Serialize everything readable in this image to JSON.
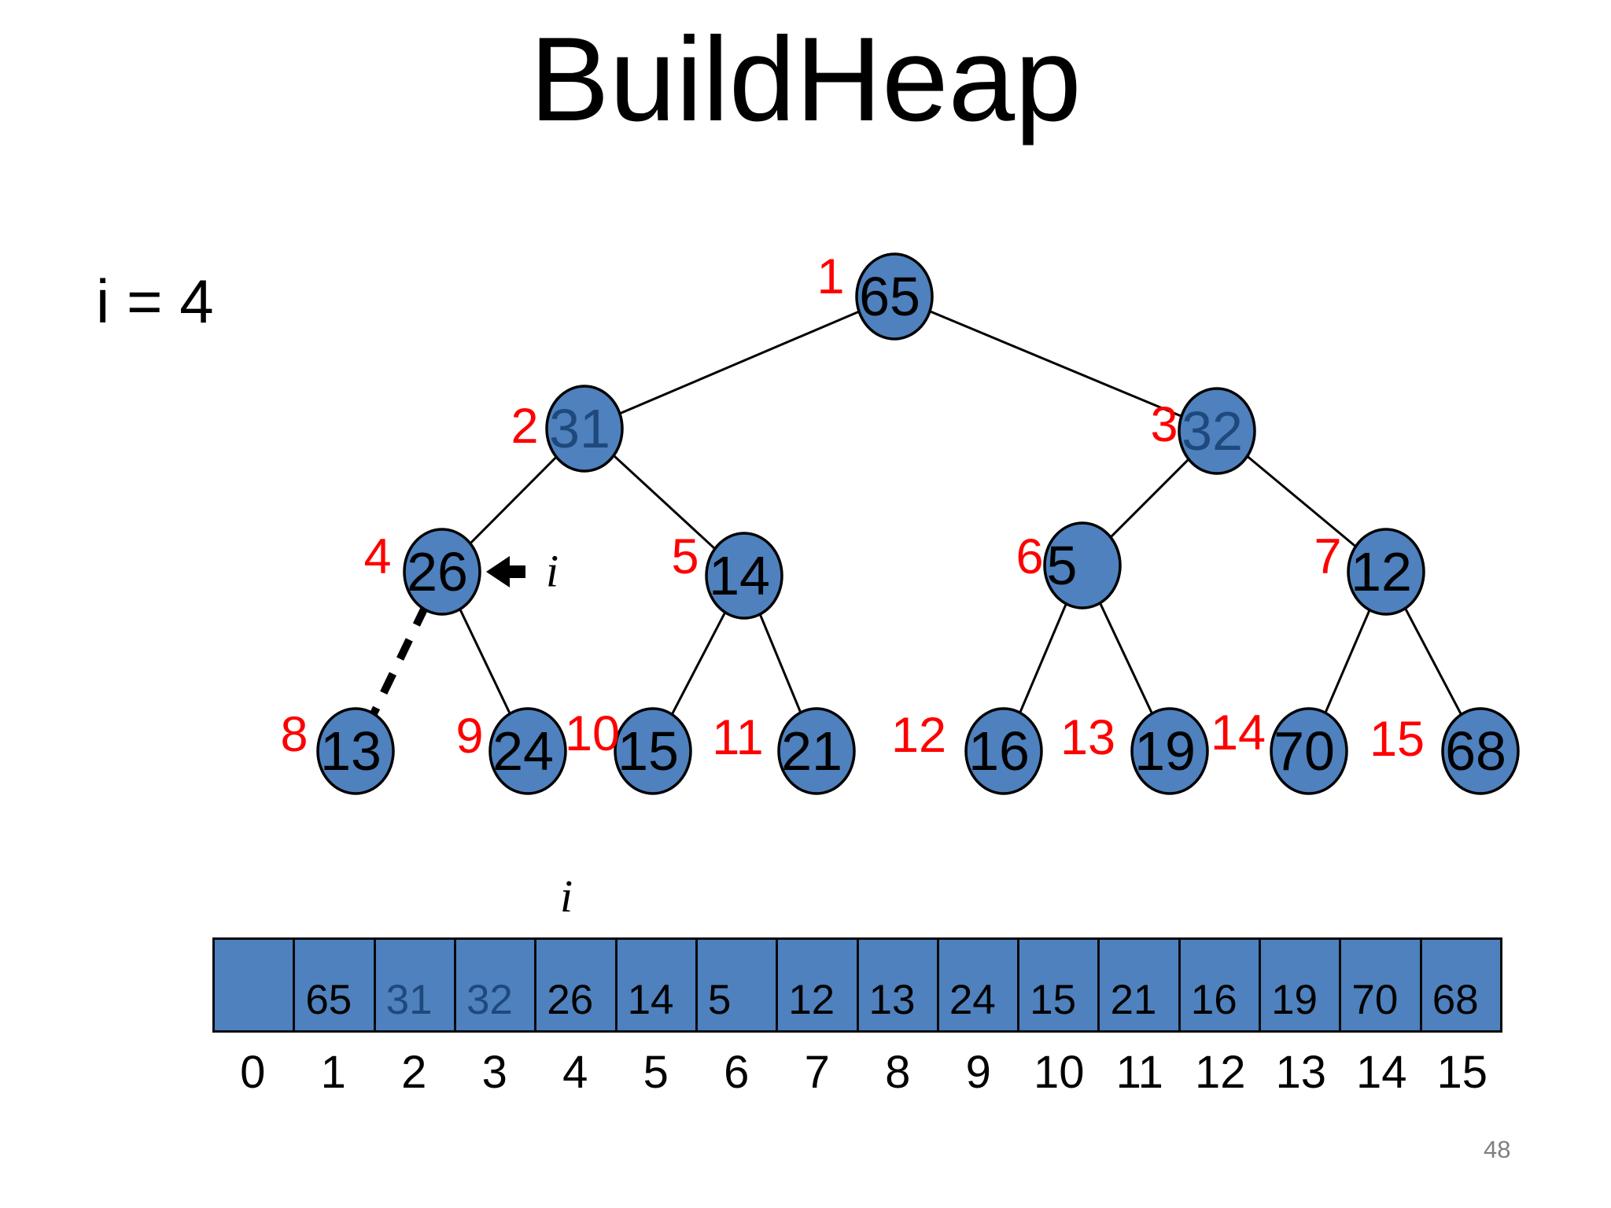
{
  "slide": {
    "title": "BuildHeap",
    "iteration_label": "i = 4",
    "page_number": "48"
  },
  "colors": {
    "node_fill": "#4E81BD",
    "node_border": "#000000",
    "edge": "#000000",
    "value_default": "#000000",
    "value_swapped": "#1F497D",
    "index_red": "#FF0000",
    "page_number_gray": "#7F7F7F"
  },
  "tree": {
    "pointer": {
      "icon": "left-arrow-icon",
      "label": "i",
      "target_index": 4
    },
    "nodes": [
      {
        "index": 1,
        "value": "65",
        "swapped": false
      },
      {
        "index": 2,
        "value": "31",
        "swapped": true
      },
      {
        "index": 3,
        "value": "32",
        "swapped": true
      },
      {
        "index": 4,
        "value": "26",
        "swapped": false
      },
      {
        "index": 5,
        "value": "14",
        "swapped": false
      },
      {
        "index": 6,
        "value": "5",
        "swapped": false
      },
      {
        "index": 7,
        "value": "12",
        "swapped": false
      },
      {
        "index": 8,
        "value": "13",
        "swapped": false
      },
      {
        "index": 9,
        "value": "24",
        "swapped": false
      },
      {
        "index": 10,
        "value": "15",
        "swapped": false
      },
      {
        "index": 11,
        "value": "21",
        "swapped": false
      },
      {
        "index": 12,
        "value": "16",
        "swapped": false
      },
      {
        "index": 13,
        "value": "19",
        "swapped": false
      },
      {
        "index": 14,
        "value": "70",
        "swapped": false
      },
      {
        "index": 15,
        "value": "68",
        "swapped": false
      }
    ],
    "edges": [
      {
        "from": 1,
        "to": 2,
        "dashed": false
      },
      {
        "from": 1,
        "to": 3,
        "dashed": false
      },
      {
        "from": 2,
        "to": 4,
        "dashed": false
      },
      {
        "from": 2,
        "to": 5,
        "dashed": false
      },
      {
        "from": 3,
        "to": 6,
        "dashed": false
      },
      {
        "from": 3,
        "to": 7,
        "dashed": false
      },
      {
        "from": 4,
        "to": 8,
        "dashed": true
      },
      {
        "from": 4,
        "to": 9,
        "dashed": false
      },
      {
        "from": 5,
        "to": 10,
        "dashed": false
      },
      {
        "from": 5,
        "to": 11,
        "dashed": false
      },
      {
        "from": 6,
        "to": 12,
        "dashed": false
      },
      {
        "from": 6,
        "to": 13,
        "dashed": false
      },
      {
        "from": 7,
        "to": 14,
        "dashed": false
      },
      {
        "from": 7,
        "to": 15,
        "dashed": false
      }
    ]
  },
  "array": {
    "pointer_label": "i",
    "pointer_index": 4,
    "cells": [
      {
        "index": "0",
        "value": "",
        "swapped": false
      },
      {
        "index": "1",
        "value": "65",
        "swapped": false
      },
      {
        "index": "2",
        "value": "31",
        "swapped": true
      },
      {
        "index": "3",
        "value": "32",
        "swapped": true
      },
      {
        "index": "4",
        "value": "26",
        "swapped": false
      },
      {
        "index": "5",
        "value": "14",
        "swapped": false
      },
      {
        "index": "6",
        "value": "5",
        "swapped": false
      },
      {
        "index": "7",
        "value": "12",
        "swapped": false
      },
      {
        "index": "8",
        "value": "13",
        "swapped": false
      },
      {
        "index": "9",
        "value": "24",
        "swapped": false
      },
      {
        "index": "10",
        "value": "15",
        "swapped": false
      },
      {
        "index": "11",
        "value": "21",
        "swapped": false
      },
      {
        "index": "12",
        "value": "16",
        "swapped": false
      },
      {
        "index": "13",
        "value": "19",
        "swapped": false
      },
      {
        "index": "14",
        "value": "70",
        "swapped": false
      },
      {
        "index": "15",
        "value": "68",
        "swapped": false
      }
    ]
  }
}
